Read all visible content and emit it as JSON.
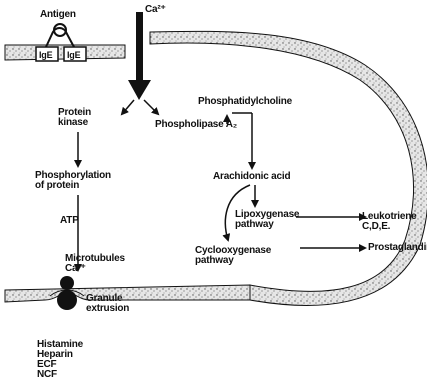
{
  "labels": {
    "antigen": "Antigen",
    "ige_left": "IgE",
    "ige_right": "IgE",
    "calcium_in": "Ca²⁺",
    "protein_kinase": "Protein\nkinase",
    "phospholipase": "Phospholipase A₂",
    "phosphatidylcholine": "Phosphatidylcholine",
    "phosphorylation": "Phosphorylation\nof protein",
    "arachidonic_acid": "Arachidonic acid",
    "atp": "ATP",
    "lipoxygenase": "Lipoxygenase\npathway",
    "cyclooxygenase": "Cyclooxygenase\npathway",
    "leukotriene": "Leukotriene\nC,D,E.",
    "prostaglandins": "Prostaglandins",
    "microtubules": "Microtubules\nCa²⁺",
    "granule_extrusion": "Granule\nextrusion",
    "mediators": "Histamine\nHeparin\nECF\nNCF"
  },
  "colors": {
    "ink": "#111111",
    "membrane_fill": "#d9d9d9",
    "background": "#ffffff"
  }
}
